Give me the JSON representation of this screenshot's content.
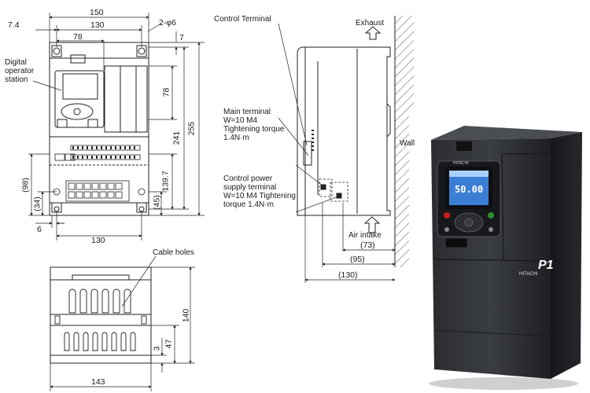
{
  "front_view": {
    "dims": {
      "overall_width": "150",
      "mount_width": "130",
      "inner_width": "78",
      "edge_offset": "7.4",
      "hole_spec": "2-φ6",
      "top_offset": "7",
      "height_78": "78",
      "height_241": "241",
      "height_255": "255",
      "height_139_7": "139.7",
      "height_98": "(98)",
      "height_45": "(45)",
      "height_34": "(34)",
      "bottom_offset": "6",
      "bottom_width": "130"
    },
    "labels": {
      "digital_operator_station": "Digital operator station"
    }
  },
  "bottom_view": {
    "cable_holes": "Cable holes",
    "dims": {
      "width": "143",
      "height_140": "140",
      "height_47": "47",
      "height_3": "3"
    }
  },
  "side_view": {
    "control_terminal": "Control Terminal",
    "exhaust": "Exhaust",
    "wall": "Wall",
    "main_terminal": "Main terminal W=10 M4 Tightening torque 1.4N·m",
    "control_power": "Control power supply terminal W=10 M4 Tightening torque 1.4N·m",
    "air_intake": "Air intake",
    "dim_73": "(73)",
    "dim_95": "(95)",
    "dim_130": "(130)"
  },
  "product_photo": {
    "brand": "HITACHI",
    "model": "P1",
    "display_value": "50.00"
  }
}
